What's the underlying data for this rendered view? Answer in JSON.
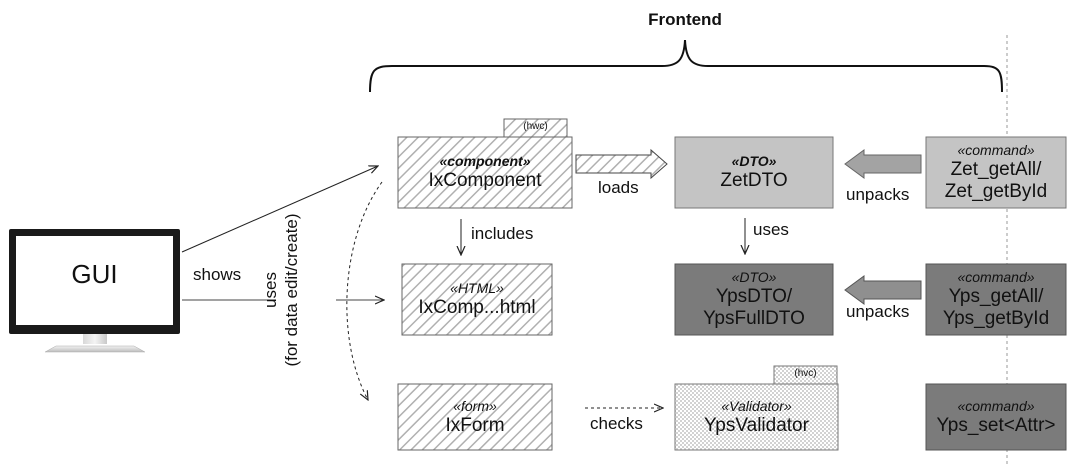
{
  "frontend_label": "Frontend",
  "gui": {
    "label": "GUI"
  },
  "edges": {
    "shows": "shows",
    "includes": "includes",
    "loads": "loads",
    "uses_dto": "uses",
    "unpacks_1": "unpacks",
    "unpacks_2": "unpacks",
    "checks": "checks",
    "uses_form_line1": "uses",
    "uses_form_line2": "(for data edit/create)"
  },
  "nodes": {
    "ixcomponent": {
      "stereotype": "«component»",
      "name": "IxComponent",
      "tab": "(hwc)"
    },
    "ixcomp_html": {
      "stereotype": "«HTML»",
      "name": "IxComp...html"
    },
    "ixform": {
      "stereotype": "«form»",
      "name": "IxForm"
    },
    "zetdto": {
      "stereotype": "«DTO»",
      "name": "ZetDTO"
    },
    "ypsdto": {
      "stereotype": "«DTO»",
      "name_line1": "YpsDTO/",
      "name_line2": "YpsFullDTO"
    },
    "ypsvalidator": {
      "stereotype": "«Validator»",
      "name": "YpsValidator",
      "tab": "(hvc)"
    },
    "cmd_zet": {
      "stereotype": "«command»",
      "name_line1": "Zet_getAll/",
      "name_line2": "Zet_getById"
    },
    "cmd_yps": {
      "stereotype": "«command»",
      "name_line1": "Yps_getAll/",
      "name_line2": "Yps_getById"
    },
    "cmd_set": {
      "stereotype": "«command»",
      "name": "Yps_set<Attr>"
    }
  },
  "colors": {
    "light_gray": "#c4c4c4",
    "dark_gray": "#7a7a7a",
    "hatch_stroke": "#aaaaaa",
    "arrow_fill": "#999999"
  }
}
